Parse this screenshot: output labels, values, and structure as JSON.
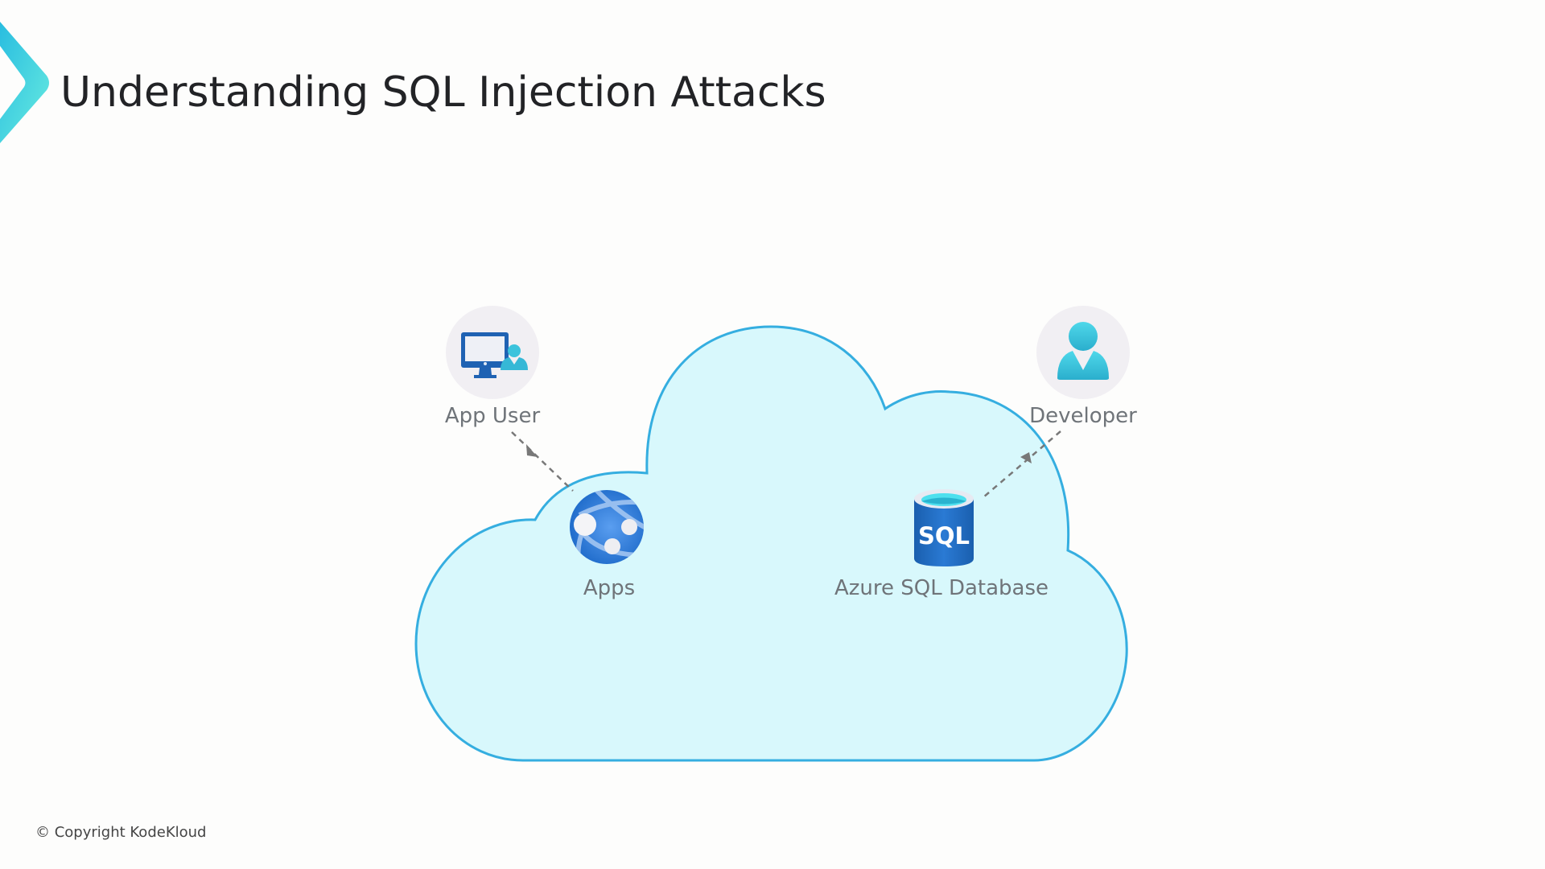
{
  "slide": {
    "title": "Understanding SQL Injection Attacks",
    "copyright": "© Copyright KodeKloud"
  },
  "diagram": {
    "container": {
      "name": "Azure cloud",
      "icon": "cloud-shape"
    },
    "nodes": [
      {
        "id": "app-user",
        "label": "App User",
        "icon": "monitor-user-icon",
        "location": "outside-cloud"
      },
      {
        "id": "apps",
        "label": "Apps",
        "icon": "app-service-globe-icon",
        "location": "inside-cloud"
      },
      {
        "id": "azure-sql",
        "label": "Azure SQL Database",
        "icon": "sql-database-icon",
        "icon_text": "SQL",
        "location": "inside-cloud"
      },
      {
        "id": "developer",
        "label": "Developer",
        "icon": "developer-person-icon",
        "location": "outside-cloud"
      }
    ],
    "edges": [
      {
        "from": "App User",
        "to": "Apps",
        "style": "dashed"
      },
      {
        "from": "Developer",
        "to": "Azure SQL Database",
        "style": "dashed"
      }
    ],
    "colors": {
      "cloud_fill": "#d8f8fc",
      "cloud_stroke": "#35aee0",
      "edge": "#787878",
      "label": "#6f7479",
      "accent": "#3fd4e4"
    }
  }
}
